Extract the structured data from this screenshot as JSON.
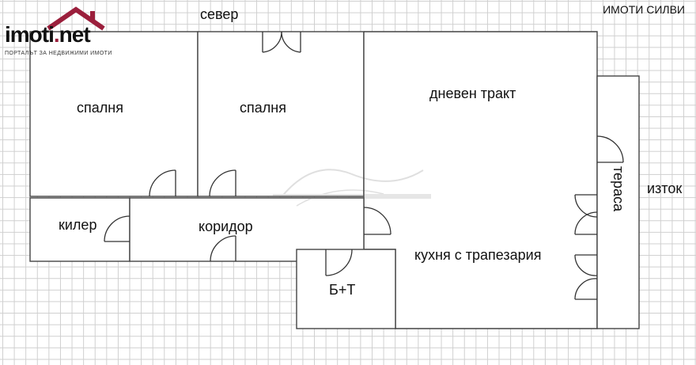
{
  "logo": {
    "text_main": "imoti",
    "text_dot": ".",
    "text_tld": "net",
    "tagline": "ПОРТАЛЪТ ЗА НЕДВИЖИМИ ИМОТИ",
    "accent_color": "#9b1f3c"
  },
  "agency": "ИМОТИ СИЛВИ",
  "compass": {
    "north": "север",
    "east": "изток"
  },
  "rooms": {
    "bedroom_1": "спалня",
    "bedroom_2": "спалня",
    "living": "дневен тракт",
    "pantry": "килер",
    "corridor": "коридор",
    "kitchen": "кухня с трапезария",
    "bathroom": "Б+Т",
    "terrace": "тераса"
  },
  "icons": [
    "house-roof-icon",
    "door-swing-icon",
    "watermark-logo-icon"
  ]
}
